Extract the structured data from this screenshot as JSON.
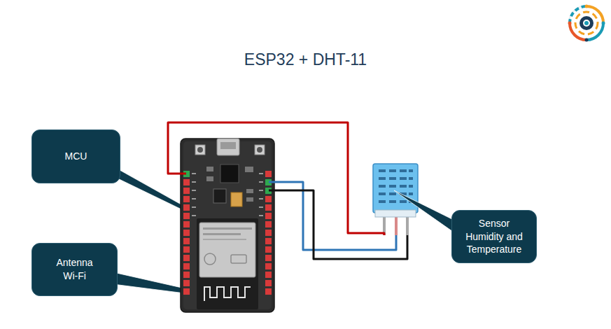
{
  "diagram": {
    "title": "ESP32 + DHT-11",
    "nodes": [
      {
        "text": [
          "MCU"
        ]
      },
      {
        "text": [
          "Antenna Wi-Fi"
        ]
      },
      {
        "text": [
          "Sensor Humidity and Temperature"
        ]
      }
    ]
  }
}
